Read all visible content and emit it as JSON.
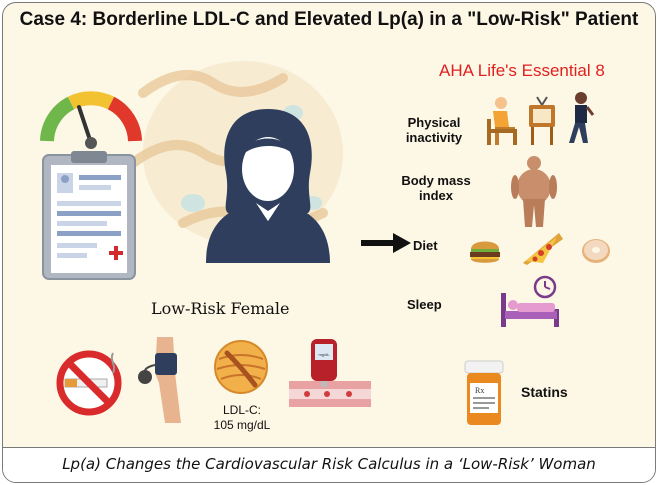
{
  "title": "Case 4: Borderline LDL-C and Elevated Lp(a) in a \"Low-Risk\" Patient",
  "patient_label": "Low-Risk Female",
  "aha": {
    "heading": "AHA Life's Essential 8",
    "factors": [
      {
        "label_line1": "Physical",
        "label_line2": "inactivity"
      },
      {
        "label_line1": "Body mass",
        "label_line2": "index"
      },
      {
        "label_line1": "Diet",
        "label_line2": ""
      },
      {
        "label_line1": "Sleep",
        "label_line2": ""
      }
    ]
  },
  "ldl": {
    "line1": "LDL-C:",
    "line2": "105 mg/dL"
  },
  "statins_label": "Statins",
  "glucometer_reading": "mg/dL",
  "caption": "Lp(a) Changes the Cardiovascular Risk Calculus in a ‘Low-Risk’ Woman",
  "icons": [
    "gauge-icon",
    "clipboard-icon",
    "ribosome-background",
    "woman-avatar-icon",
    "arrow-right-icon",
    "person-sitting-icon",
    "tv-icon",
    "person-walking-icon",
    "body-icon",
    "burger-icon",
    "pizza-icon",
    "donut-icon",
    "bed-clock-icon",
    "no-smoking-icon",
    "blood-pressure-icon",
    "lipoprotein-particle-icon",
    "glucometer-artery-icon",
    "pill-bottle-icon"
  ],
  "colors": {
    "background": "#fdf7e6",
    "aha_red": "#e0211f",
    "woman_navy": "#2e3e5c"
  }
}
